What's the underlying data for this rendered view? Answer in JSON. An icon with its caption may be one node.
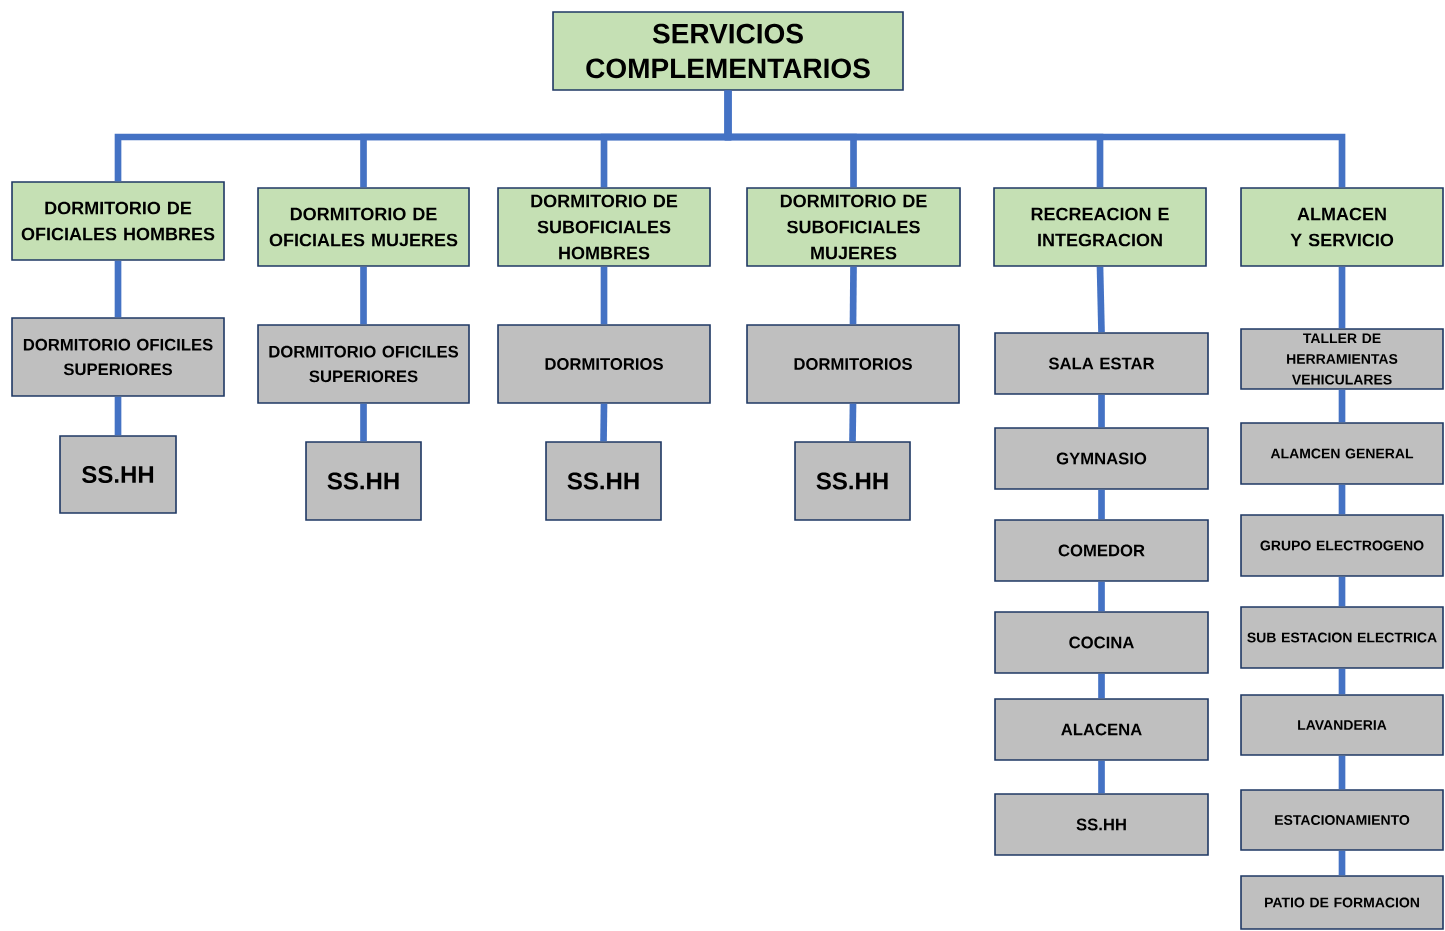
{
  "diagram": {
    "nodes": [
      {
        "text": [
          "SERVICIOS COMPLEMENTARIOS"
        ]
      },
      {
        "text": [
          "DORMITORIO DE OFICIALES HOMBRES"
        ]
      },
      {
        "text": [
          "DORMITORIO DE OFICIALES MUJERES"
        ]
      },
      {
        "text": [
          "DORMITORIO DE SUBOFICIALES HOMBRES"
        ]
      },
      {
        "text": [
          "DORMITORIO DE SUBOFICIALES MUJERES"
        ]
      },
      {
        "text": [
          "RECREACION E INTEGRACION"
        ]
      },
      {
        "text": [
          "ALMACEN Y SERVICIO"
        ]
      },
      {
        "text": [
          "DORMITORIO OFICILES SUPERIORES"
        ]
      },
      {
        "text": [
          "SS.HH"
        ]
      },
      {
        "text": [
          "DORMITORIO OFICILES SUPERIORES"
        ]
      },
      {
        "text": [
          "SS.HH"
        ]
      },
      {
        "text": [
          "DORMITORIOS"
        ]
      },
      {
        "text": [
          "SS.HH"
        ]
      },
      {
        "text": [
          "DORMITORIOS"
        ]
      },
      {
        "text": [
          "SS.HH"
        ]
      },
      {
        "text": [
          "SALA ESTAR"
        ]
      },
      {
        "text": [
          "GYMNASIO"
        ]
      },
      {
        "text": [
          "COMEDOR"
        ]
      },
      {
        "text": [
          "COCINA"
        ]
      },
      {
        "text": [
          "ALACENA"
        ]
      },
      {
        "text": [
          "SS.HH"
        ]
      },
      {
        "text": [
          "TALLER DE HERRAMIENTAS VEHICULARES"
        ]
      },
      {
        "text": [
          "ALAMCEN GENERAL"
        ]
      },
      {
        "text": [
          "GRUPO ELECTROGENO"
        ]
      },
      {
        "text": [
          "SUB ESTACION ELECTRICA"
        ]
      },
      {
        "text": [
          "LAVANDERIA"
        ]
      },
      {
        "text": [
          "ESTACIONAMIENTO"
        ]
      },
      {
        "text": [
          "PATIO DE FORMACION"
        ]
      }
    ],
    "edges": [
      {
        "from": 0,
        "to": 1,
        "arrow": "none"
      },
      {
        "from": 0,
        "to": 2,
        "arrow": "none"
      },
      {
        "from": 0,
        "to": 3,
        "arrow": "none"
      },
      {
        "from": 0,
        "to": 4,
        "arrow": "none"
      },
      {
        "from": 0,
        "to": 5,
        "arrow": "none"
      },
      {
        "from": 0,
        "to": 6,
        "arrow": "none"
      },
      {
        "from": 1,
        "to": 7,
        "arrow": "none"
      },
      {
        "from": 7,
        "to": 8,
        "arrow": "none"
      },
      {
        "from": 2,
        "to": 9,
        "arrow": "none"
      },
      {
        "from": 9,
        "to": 10,
        "arrow": "none"
      },
      {
        "from": 3,
        "to": 11,
        "arrow": "none"
      },
      {
        "from": 11,
        "to": 12,
        "arrow": "none"
      },
      {
        "from": 4,
        "to": 13,
        "arrow": "none"
      },
      {
        "from": 13,
        "to": 14,
        "arrow": "none"
      },
      {
        "from": 5,
        "to": 15,
        "arrow": "none"
      },
      {
        "from": 15,
        "to": 16,
        "arrow": "none"
      },
      {
        "from": 16,
        "to": 17,
        "arrow": "none"
      },
      {
        "from": 17,
        "to": 18,
        "arrow": "none"
      },
      {
        "from": 18,
        "to": 19,
        "arrow": "none"
      },
      {
        "from": 19,
        "to": 20,
        "arrow": "none"
      },
      {
        "from": 6,
        "to": 21,
        "arrow": "none"
      },
      {
        "from": 21,
        "to": 22,
        "arrow": "none"
      },
      {
        "from": 22,
        "to": 23,
        "arrow": "none"
      },
      {
        "from": 23,
        "to": 24,
        "arrow": "none"
      },
      {
        "from": 24,
        "to": 25,
        "arrow": "none"
      },
      {
        "from": 25,
        "to": 26,
        "arrow": "none"
      },
      {
        "from": 26,
        "to": 27,
        "arrow": "none"
      }
    ]
  }
}
